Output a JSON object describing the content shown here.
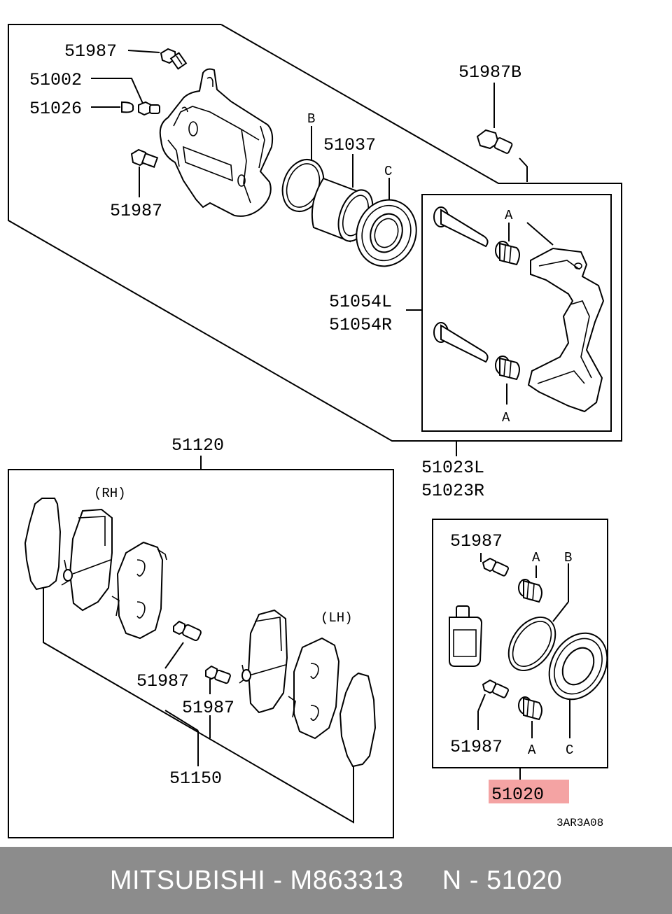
{
  "diagram": {
    "labels": {
      "p51987_top": "51987",
      "p51002": "51002",
      "p51026": "51026",
      "p51987_caliper": "51987",
      "p51987B": "51987B",
      "p51037": "51037",
      "callout_B_top": "B",
      "callout_C_top": "C",
      "callout_A1": "A",
      "callout_A2": "A",
      "p51054L": "51054L",
      "p51054R": "51054R",
      "p51023L": "51023L",
      "p51023R": "51023R",
      "p51120": "51120",
      "rh": "(RH)",
      "lh": "(LH)",
      "p51987_pad1": "51987",
      "p51987_pad2": "51987",
      "p51150": "51150",
      "p51987_kit1": "51987",
      "p51987_kit2": "51987",
      "kit_A1": "A",
      "kit_A2": "A",
      "kit_B": "B",
      "kit_C": "C",
      "p51020": "51020",
      "code": "3AR3A08"
    },
    "highlight_color": "#f4a3a3"
  },
  "footer": {
    "text": "MITSUBISHI - M863313     N - 51020"
  }
}
